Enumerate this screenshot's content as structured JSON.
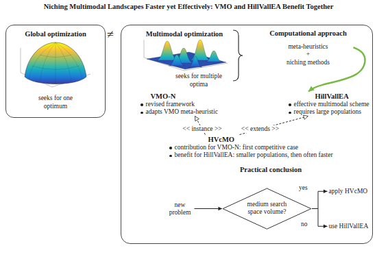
{
  "diagram": {
    "title": "Niching Multimodal Landscapes Faster yet Effectively: VMO and HillVallEA Benefit Together",
    "nodes": [
      {
        "text": [
          "Global optimization",
          "seeks for one optimum"
        ]
      },
      {
        "text": [
          "Multimodal optimization",
          "seeks for multiple optima"
        ]
      },
      {
        "text": [
          "Computational approach",
          "meta-heuristics",
          "+",
          "niching methods"
        ],
        "in": 1
      },
      {
        "text": [
          "VMO-N",
          "revised framework",
          "adapts VMO meta-heuristic"
        ],
        "in": 1
      },
      {
        "text": [
          "HillVallEA",
          "effective multimodal scheme",
          "requires large populations"
        ],
        "in": 1
      },
      {
        "text": [
          "HVcMO",
          "contribution for VMO-N: first competitive case",
          "benefit for HillVallEA: smaller populations, then often faster"
        ],
        "in": 1
      },
      {
        "text": [
          "new problem"
        ],
        "in": 1
      },
      {
        "text": [
          "medium search space volume?"
        ],
        "in": 1
      },
      {
        "text": [
          "apply HVcMO"
        ],
        "in": 1
      },
      {
        "text": [
          "use HillVallEA"
        ],
        "in": 1
      }
    ],
    "edges": [
      {
        "from": 2,
        "to": 4,
        "arrow": "to"
      },
      {
        "from": 5,
        "to": 3,
        "arrow": "to",
        "label": "<< instance >>"
      },
      {
        "from": 5,
        "to": 4,
        "arrow": "to",
        "label": "<< extends >>"
      },
      {
        "from": 6,
        "to": 7,
        "arrow": "to"
      },
      {
        "from": 7,
        "to": 8,
        "arrow": "to",
        "label": "yes"
      },
      {
        "from": 7,
        "to": 9,
        "arrow": "to",
        "label": "no"
      }
    ],
    "labels": [
      "≠",
      "Practical conclusion"
    ]
  }
}
